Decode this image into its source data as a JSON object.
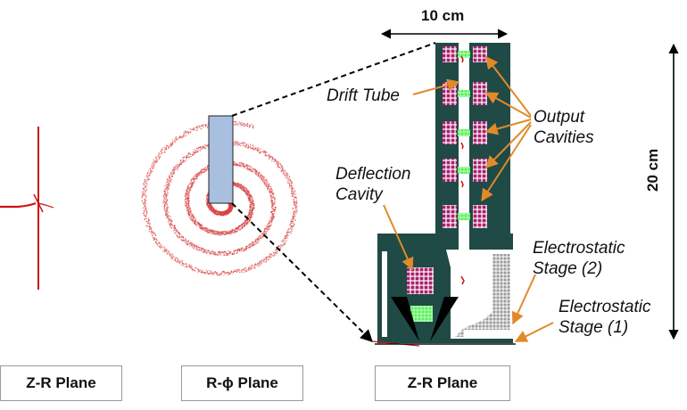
{
  "captions": {
    "left": "Z-R Plane",
    "middle": "R-ϕ Plane",
    "right": "Z-R Plane"
  },
  "dimensions": {
    "width": "10 cm",
    "height": "20 cm"
  },
  "labels": {
    "drift_tube": "Drift Tube",
    "output_cavities": [
      "Output",
      "Cavities"
    ],
    "deflection_cavity": [
      "Deflection",
      "Cavity"
    ],
    "electrostatic_stage_2": [
      "Electrostatic",
      "Stage (2)"
    ],
    "electrostatic_stage_1": [
      "Electrostatic",
      "Stage (1)"
    ]
  },
  "colors": {
    "device_body": "#1f4a45",
    "cavity_magenta": "#a8206e",
    "grid_green": "#55ee55",
    "beam_red": "#d01010",
    "highlight_blue": "#a8bfe0",
    "annotation_arrow": "#e08a2a",
    "electrode_gray": "#9a9a9a"
  }
}
